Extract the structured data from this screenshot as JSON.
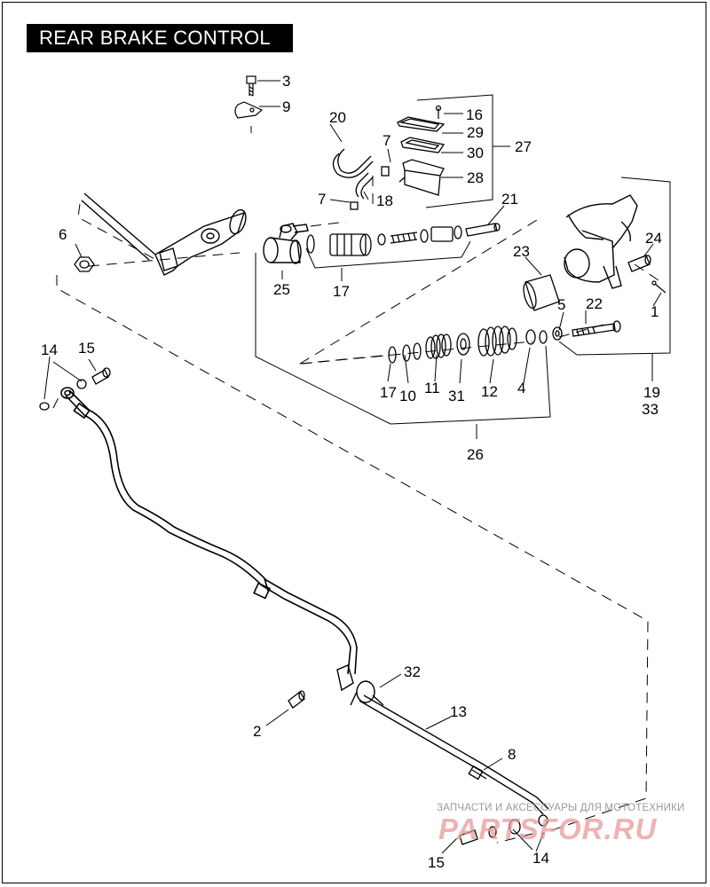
{
  "title": "REAR BRAKE CONTROL",
  "callouts": {
    "c1": "1",
    "c2": "2",
    "c3": "3",
    "c4": "4",
    "c5": "5",
    "c6": "6",
    "c7a": "7",
    "c7b": "7",
    "c8": "8",
    "c9": "9",
    "c10": "10",
    "c11": "11",
    "c12": "12",
    "c13": "13",
    "c14a": "14",
    "c14b": "14",
    "c15a": "15",
    "c15b": "15",
    "c16": "16",
    "c17a": "17",
    "c17b": "17",
    "c18": "18",
    "c19": "19",
    "c20": "20",
    "c21": "21",
    "c22": "22",
    "c23": "23",
    "c24": "24",
    "c25": "25",
    "c26": "26",
    "c27": "27",
    "c28": "28",
    "c29": "29",
    "c30": "30",
    "c31": "31",
    "c32": "32",
    "c33": "33"
  },
  "watermark": {
    "caption": "ЗАПЧАСТИ И АКСЕССУАРЫ ДЛЯ МОТОТЕХНИКИ",
    "logo": "PARTSFOR.RU"
  }
}
